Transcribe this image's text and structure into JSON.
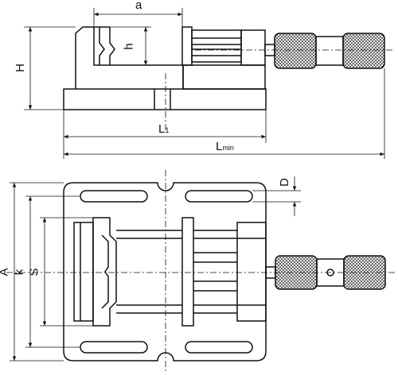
{
  "colors": {
    "line": "#111111",
    "background": "#ffffff"
  },
  "labels": {
    "a": "a",
    "h": "h",
    "H": "H",
    "L1_main": "L",
    "L1_sub": "1",
    "Lmin_main": "L",
    "Lmin_sub": "min",
    "D": "D",
    "A": "A",
    "k": "k",
    "S": "S"
  }
}
